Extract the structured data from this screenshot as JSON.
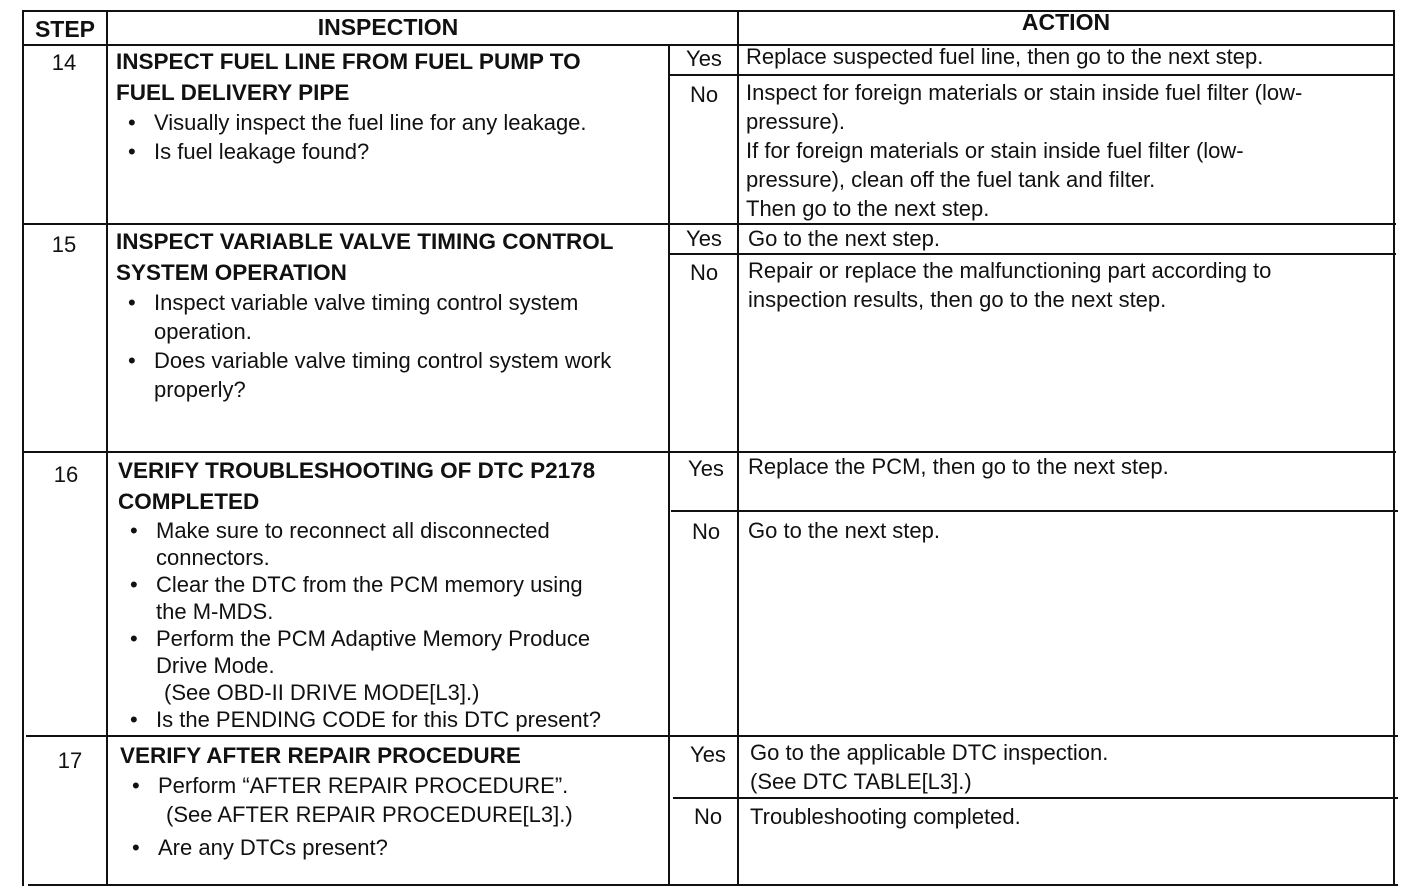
{
  "headers": {
    "step": "STEP",
    "inspection": "INSPECTION",
    "action": "ACTION"
  },
  "bullet_glyph": "•",
  "steps": [
    {
      "number": "14",
      "title_lines": [
        "INSPECT FUEL LINE FROM FUEL PUMP TO",
        "FUEL DELIVERY PIPE"
      ],
      "bullets": [
        [
          "Visually inspect the fuel line for any leakage."
        ],
        [
          "Is fuel leakage found?"
        ]
      ],
      "yes_label": "Yes",
      "no_label": "No",
      "yes_action": "Replace suspected fuel line, then go to the next step.",
      "no_action": "Inspect for foreign materials or stain inside fuel filter (low-\npressure).\nIf for foreign materials or stain inside fuel filter (low-\npressure), clean off the fuel tank and filter.\nThen go to the next step."
    },
    {
      "number": "15",
      "title_lines": [
        "INSPECT VARIABLE VALVE TIMING CONTROL",
        "SYSTEM OPERATION"
      ],
      "bullets": [
        [
          "Inspect variable valve timing control system",
          "operation."
        ],
        [
          "Does variable valve timing control system work",
          "properly?"
        ]
      ],
      "yes_label": "Yes",
      "no_label": "No",
      "yes_action": "Go to the next step.",
      "no_action": "Repair or replace the malfunctioning part according to\ninspection results, then go to the next step."
    },
    {
      "number": "16",
      "title_lines": [
        "VERIFY TROUBLESHOOTING OF DTC P2178",
        "COMPLETED"
      ],
      "bullets": [
        [
          "Make sure to reconnect all disconnected",
          "connectors."
        ],
        [
          "Clear the DTC from the PCM memory using",
          "the M-MDS."
        ],
        [
          "Perform the PCM Adaptive Memory Produce",
          "Drive Mode.",
          " (See  OBD-II DRIVE MODE[L3].)"
        ],
        [
          "Is the PENDING CODE for this DTC present?"
        ]
      ],
      "yes_label": "Yes",
      "no_label": "No",
      "yes_action": "Replace the PCM, then go to the next step.",
      "no_action": "Go to the next step."
    },
    {
      "number": "17",
      "title_lines": [
        "VERIFY AFTER REPAIR PROCEDURE"
      ],
      "bullets": [
        [
          "Perform “AFTER REPAIR PROCEDURE”.",
          " (See AFTER REPAIR  PROCEDURE[L3].)"
        ],
        [
          "Are any DTCs present?"
        ]
      ],
      "yes_label": "Yes",
      "no_label": "No",
      "yes_action": "Go to the applicable DTC inspection.\n (See DTC TABLE[L3].)",
      "no_action": "Troubleshooting completed."
    }
  ]
}
